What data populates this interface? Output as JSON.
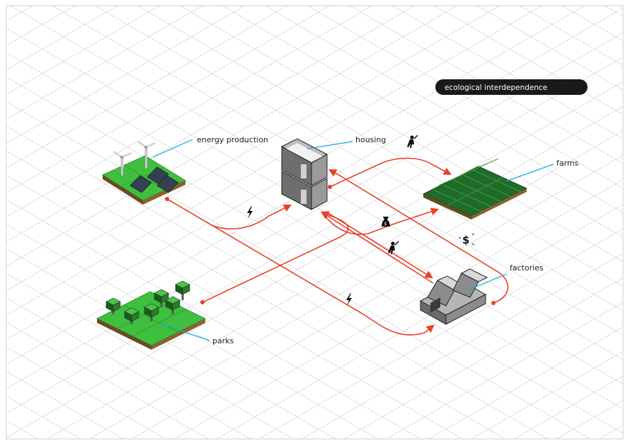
{
  "title": "ecological interdependence",
  "labels": {
    "energy": "energy production",
    "housing": "housing",
    "farms": "farms",
    "factories": "factories",
    "parks": "parks"
  },
  "colors": {
    "flow": "#e8402a",
    "leader": "#19a6e0",
    "grass": "#3fbf3f",
    "crop": "#1f6b2a",
    "building": "#8a8a8a",
    "title_bg": "#1a1a1a"
  },
  "icons": {
    "energy_flow": "lightning-bolt-icon",
    "labor_flow": "worker-icon",
    "money_flow": "money-bag-icon",
    "dollar_flow": "dollar-sign-icon"
  }
}
